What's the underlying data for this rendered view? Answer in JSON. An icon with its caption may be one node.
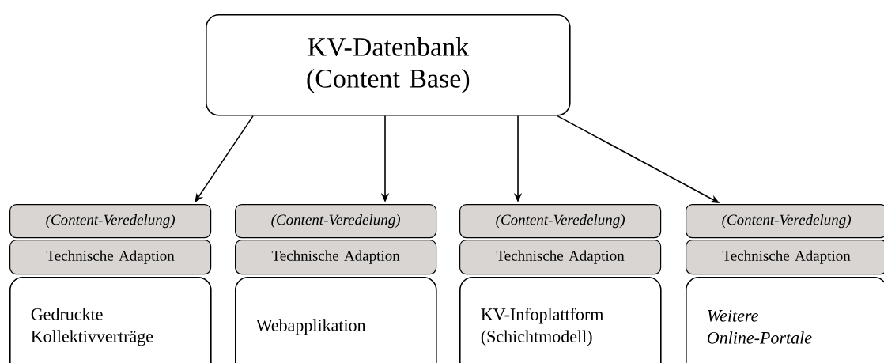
{
  "diagram": {
    "nodes": [
      {
        "text": [
          "KV-Datenbank (Content Base)"
        ]
      },
      {
        "text": [
          "(Content-Veredelung)"
        ]
      },
      {
        "text": [
          "Technische Adaption"
        ]
      },
      {
        "text": [
          "Gedruckte Kollektivverträge"
        ]
      },
      {
        "text": [
          "(Content-Veredelung)"
        ]
      },
      {
        "text": [
          "Technische Adaption"
        ]
      },
      {
        "text": [
          "Webapplikation"
        ]
      },
      {
        "text": [
          "(Content-Veredelung)"
        ]
      },
      {
        "text": [
          "Technische Adaption"
        ]
      },
      {
        "text": [
          "KV-Infoplattform (Schichtmodell)"
        ]
      },
      {
        "text": [
          "(Content-Veredelung)"
        ]
      },
      {
        "text": [
          "Technische Adaption"
        ]
      },
      {
        "text": [
          "Weitere Online-Portale"
        ]
      }
    ],
    "edges": [
      {
        "from": 0,
        "to": 1,
        "arrow": "to"
      },
      {
        "from": 0,
        "to": 4,
        "arrow": "to"
      },
      {
        "from": 0,
        "to": 7,
        "arrow": "to"
      },
      {
        "from": 0,
        "to": 10,
        "arrow": "to"
      }
    ]
  }
}
